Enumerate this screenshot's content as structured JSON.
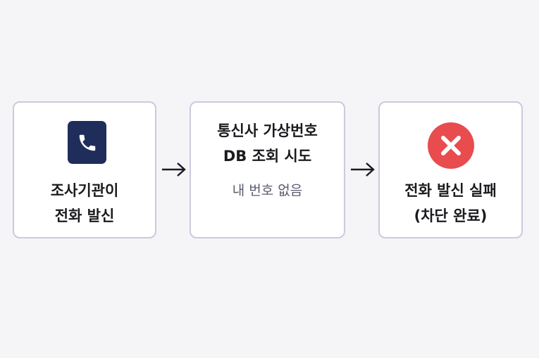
{
  "steps": [
    {
      "icon": "phone-icon",
      "lines": [
        "조사기관이",
        "전화 발신"
      ]
    },
    {
      "lines": [
        "통신사 가상번호",
        "DB 조회 시도"
      ],
      "subtext": "내 번호 없음"
    },
    {
      "icon": "fail-x-icon",
      "lines": [
        "전화 발신 실패",
        "(차단 완료)"
      ]
    }
  ],
  "colors": {
    "background": "#f5f4f7",
    "card_border": "#c9cbde",
    "phone_icon_bg": "#1f2d5a",
    "fail_icon_bg": "#e84c4f",
    "text": "#1b1b1f",
    "subtext": "#5a5c6e"
  }
}
